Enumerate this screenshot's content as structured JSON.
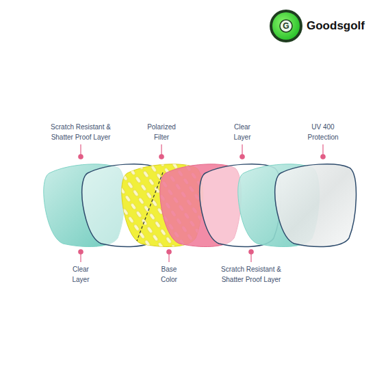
{
  "diagram": {
    "labels": [
      "G",
      "Goodsgolf",
      "Scratch Resistant & Shatter Proof Layer",
      "Polarized Filter",
      "Clear Layer",
      "UV 400 Protection",
      "Clear Layer",
      "Base Color",
      "Scratch Resistant & Shatter Proof Layer"
    ]
  }
}
